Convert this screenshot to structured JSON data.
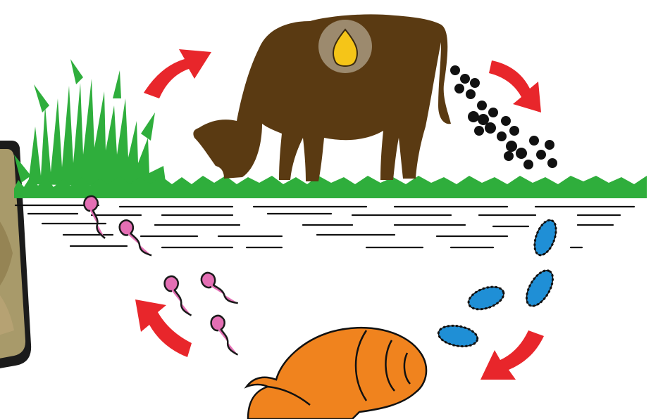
{
  "diagram": {
    "stages": [
      {
        "id": "host",
        "icon": "cow-icon"
      },
      {
        "id": "eggs",
        "icon": "egg-dots-icon"
      },
      {
        "id": "miracidia",
        "icon": "miracidium-icon"
      },
      {
        "id": "intermediate_host",
        "icon": "snail-icon"
      },
      {
        "id": "cercariae",
        "icon": "cercaria-icon"
      }
    ],
    "cycle_direction": "clockwise",
    "colors": {
      "arrow": "#e8262b",
      "cow": "#5a3a12",
      "liver_ring": "#9c8a6e",
      "fluke": "#f5c518",
      "grass": "#2fae3c",
      "snail": "#f0831e",
      "miracidium": "#1f8fd6",
      "cercaria": "#e46fb4",
      "egg": "#1a1a1a",
      "photo_frame": "#1b1b1b",
      "photo": "#a89a6a"
    }
  }
}
